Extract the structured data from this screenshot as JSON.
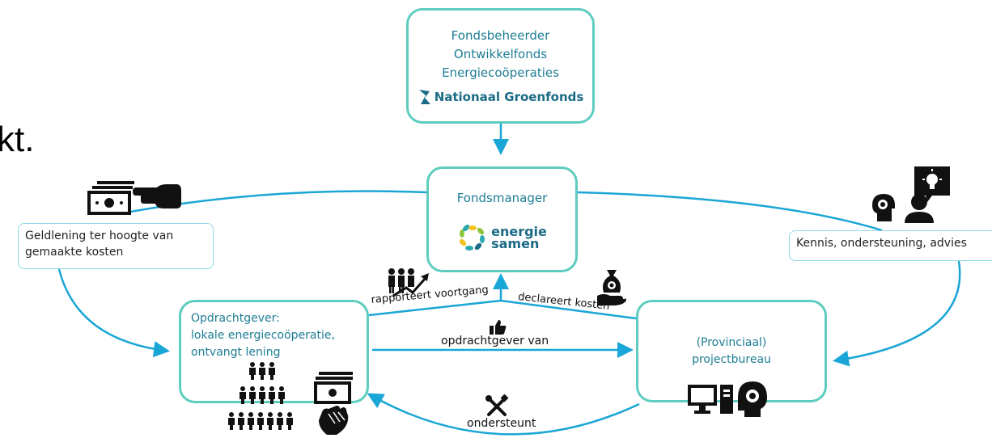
{
  "partial_text": "kt.",
  "nodes": {
    "top": {
      "lines": [
        "Fondsbeheerder",
        "Ontwikkelfonds",
        "Energiecoöperaties"
      ],
      "logo_text": "Nationaal Groenfonds"
    },
    "center": {
      "title": "Fondsmanager",
      "logo_text_1": "energie",
      "logo_text_2": "samen"
    },
    "left": {
      "lines": [
        "Opdrachtgever:",
        "lokale energiecoöperatie,",
        "ontvangt lening"
      ]
    },
    "right": {
      "lines": [
        "(Provinciaal)",
        "projectbureau"
      ]
    },
    "left_note": {
      "lines": [
        "Geldlening ter hoogte van",
        "gemaakte kosten"
      ]
    },
    "right_note": {
      "text": "Kennis, ondersteuning, advies"
    }
  },
  "edge_labels": {
    "reports": "rapporteert voortgang",
    "declares": "declareert kosten",
    "client_of": "opdrachtgever van",
    "supports": "ondersteunt"
  },
  "colors": {
    "arrow": "#1aa6d6",
    "box_border": "#5ecdbe",
    "node_text": "#1d7d93",
    "icon": "#111111"
  },
  "icons": [
    "money-pointing-icon",
    "head-gear-person-bulb-icon",
    "people-growth-icon",
    "money-bag-hand-icon",
    "thumbs-up-icon",
    "crowd-icon",
    "money-hand-icon",
    "tools-icon",
    "computer-brain-icon"
  ]
}
